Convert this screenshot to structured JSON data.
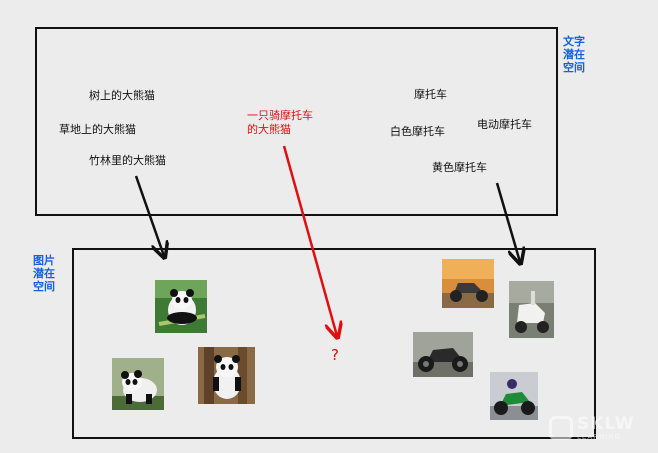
{
  "text_space": {
    "label": "文字\n潜在\n空间",
    "panda_labels": [
      "树上的大熊猫",
      "草地上的大熊猫",
      "竹林里的大熊猫"
    ],
    "moto_labels": [
      "摩托车",
      "白色摩托车",
      "电动摩托车",
      "黄色摩托车"
    ],
    "query_label": "一只骑摩托车\n的大熊猫"
  },
  "image_space": {
    "label": "图片\n潜在\n空间",
    "query_result": "?"
  },
  "colors": {
    "accent_blue": "#1560e0",
    "query_red": "#e01010",
    "border": "#111111"
  },
  "watermark": {
    "brand": "SKLW",
    "sub": "LEARNING"
  }
}
